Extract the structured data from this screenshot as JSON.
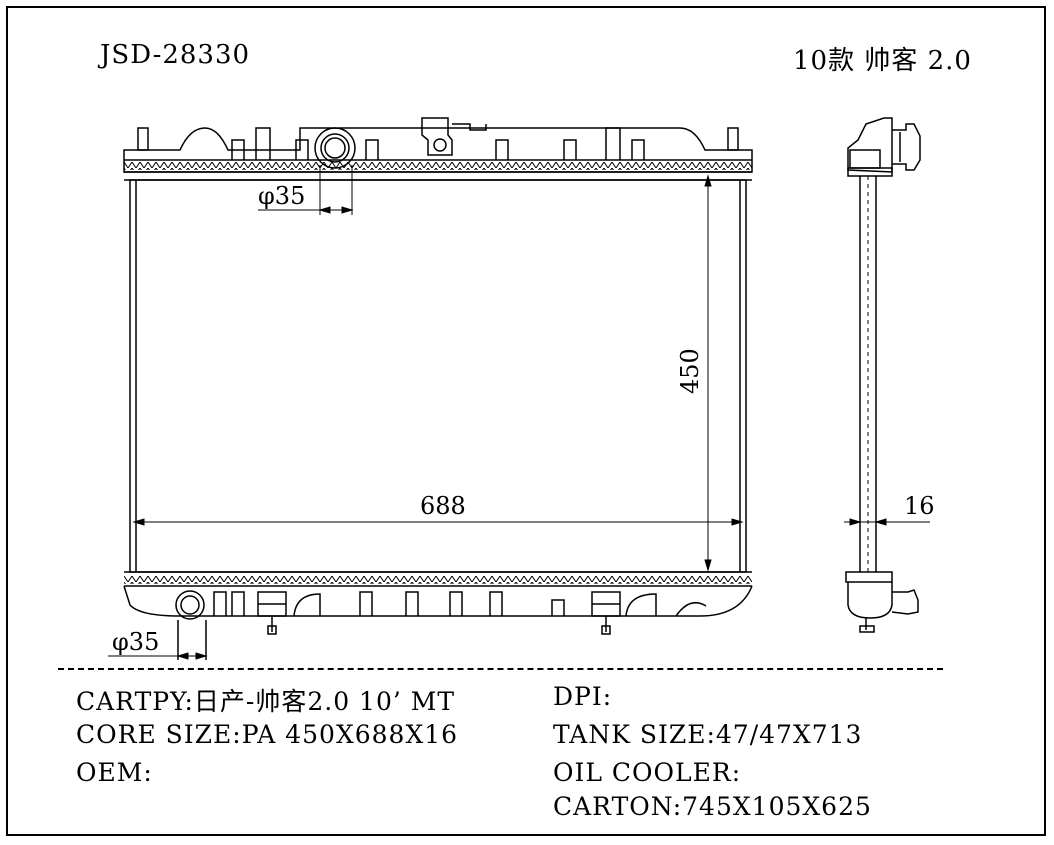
{
  "header": {
    "part_number": "JSD-28330",
    "model_title": "10款 帅客 2.0"
  },
  "dimensions": {
    "inlet_diameter": "φ35",
    "outlet_diameter": "φ35",
    "core_height": "450",
    "core_width": "688",
    "core_thickness": "16"
  },
  "specs_left": [
    {
      "label": "CARTPY:",
      "value": "日产-帅客2.0 10’ MT"
    },
    {
      "label": "CORE SIZE:",
      "value": "PA 450X688X16"
    },
    {
      "label": "OEM:",
      "value": ""
    }
  ],
  "specs_right": [
    {
      "label": "DPI:",
      "value": ""
    },
    {
      "label": "TANK SIZE:",
      "value": "47/47X713"
    },
    {
      "label": "OIL COOLER:",
      "value": ""
    },
    {
      "label": "CARTON:",
      "value": "745X105X625"
    }
  ]
}
